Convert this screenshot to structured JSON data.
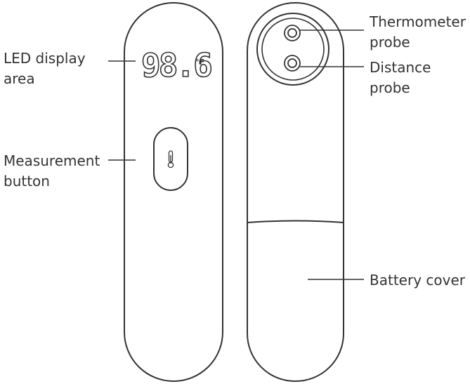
{
  "device": {
    "display_reading": "98.6",
    "display_unit": "°F"
  },
  "callouts": {
    "led_display": [
      "LED display",
      "area"
    ],
    "measurement_button": [
      "Measurement",
      "button"
    ],
    "thermometer_probe": [
      "Thermometer",
      "probe"
    ],
    "distance_probe": [
      "Distance",
      "probe"
    ],
    "battery_cover": [
      "Battery cover"
    ]
  },
  "icons": {
    "button_icon": "thermometer-icon"
  },
  "colors": {
    "line": "#333333",
    "background": "#ffffff"
  }
}
